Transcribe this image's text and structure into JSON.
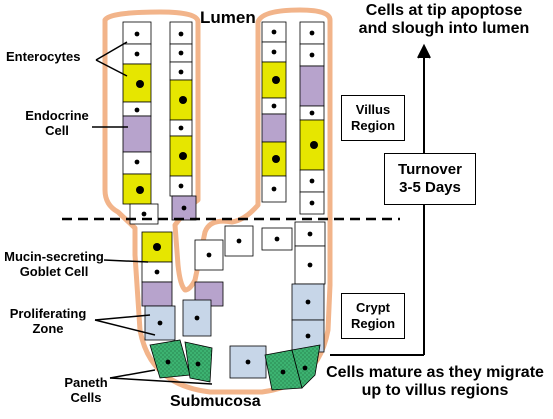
{
  "labels": {
    "lumen": "Lumen",
    "top_note_line1": "Cells at tip apoptose",
    "top_note_line2": "and slough into lumen",
    "enterocytes": "Enterocytes",
    "endocrine_line1": "Endocrine",
    "endocrine_line2": "Cell",
    "villus_line1": "Villus",
    "villus_line2": "Region",
    "turnover_line1": "Turnover",
    "turnover_line2": "3-5 Days",
    "goblet_line1": "Mucin-secreting",
    "goblet_line2": "Goblet Cell",
    "crypt_line1": "Crypt",
    "crypt_line2": "Region",
    "prolif_line1": "Proliferating",
    "prolif_line2": "Zone",
    "paneth_line1": "Paneth",
    "paneth_line2": "Cells",
    "submucosa": "Submucosa",
    "mature_line1": "Cells mature as they migrate",
    "mature_line2": "up to villus regions"
  },
  "colors": {
    "epithelium_outline": "#f2b48a",
    "enterocyte_fill": "#ffffff",
    "endocrine_fill": "#e6e600",
    "goblet_fill": "#b7a3cc",
    "proliferating_fill": "#c7d6e8",
    "paneth_fill": "#3cb371",
    "nucleus": "#000000"
  }
}
